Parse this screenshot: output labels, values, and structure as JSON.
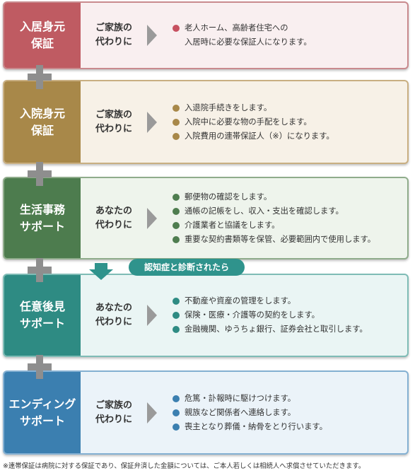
{
  "cards": [
    {
      "label": "入居身元\n保証",
      "role": "ご家族の\n代わりに",
      "label_color": "#bf5b62",
      "border_color": "#c98a8e",
      "bg_color": "#f9eff0",
      "dot_color": "#c75160",
      "items": [
        "老人ホーム、高齢者住宅への\n入居時に必要な保証人になります。"
      ]
    },
    {
      "label": "入院身元\n保証",
      "role": "ご家族の\n代わりに",
      "label_color": "#a88849",
      "border_color": "#c9af82",
      "bg_color": "#f7f1e7",
      "dot_color": "#a88849",
      "items": [
        "入退院手続きをします。",
        "入院中に必要な物の手配をします。",
        "入院費用の連帯保証人（※）になります。"
      ]
    },
    {
      "label": "生活事務\nサポート",
      "role": "あなたの\n代わりに",
      "label_color": "#4d7c4e",
      "border_color": "#8fac8b",
      "bg_color": "#eef4ec",
      "dot_color": "#4e7d4f",
      "items": [
        "郵便物の確認をします。",
        "通帳の記帳をし、収入・支出を確認します。",
        "介護業者と協議をします。",
        "重要な契約書類等を保管、必要範囲内で使用します。"
      ]
    },
    {
      "label": "任意後見\nサポート",
      "role": "あなたの\n代わりに",
      "label_color": "#2e8b83",
      "border_color": "#7fbcb6",
      "bg_color": "#eaf5f4",
      "dot_color": "#2e8b83",
      "items": [
        "不動産や資産の管理をします。",
        "保険・医療・介護等の契約をします。",
        "金融機関、ゆうちょ銀行、証券会社と取引します。"
      ]
    },
    {
      "label": "エンディング\nサポート",
      "role": "ご家族の\n代わりに",
      "label_color": "#3b7fb0",
      "border_color": "#84b0d2",
      "bg_color": "#ebf3f9",
      "dot_color": "#3b7fb0",
      "items": [
        "危篤・訃報時に駆けつけます。",
        "親族など関係者へ連絡します。",
        "喪主となり葬儀・納骨をとり行います。"
      ]
    }
  ],
  "badge": "認知症と診断されたら",
  "footnote": "※連帯保証は病院に対する保証であり、保証弁済した金額については、ご本人若しくは相続人へ求償させていただきます。",
  "icons": {
    "chevron": "chevron-right-icon",
    "plus": "plus-icon",
    "arrow": "arrow-down-icon"
  },
  "colors": {
    "plus": "#8e8e8e",
    "chevron": "#9a9a9a",
    "arrow": "#2f938c"
  }
}
